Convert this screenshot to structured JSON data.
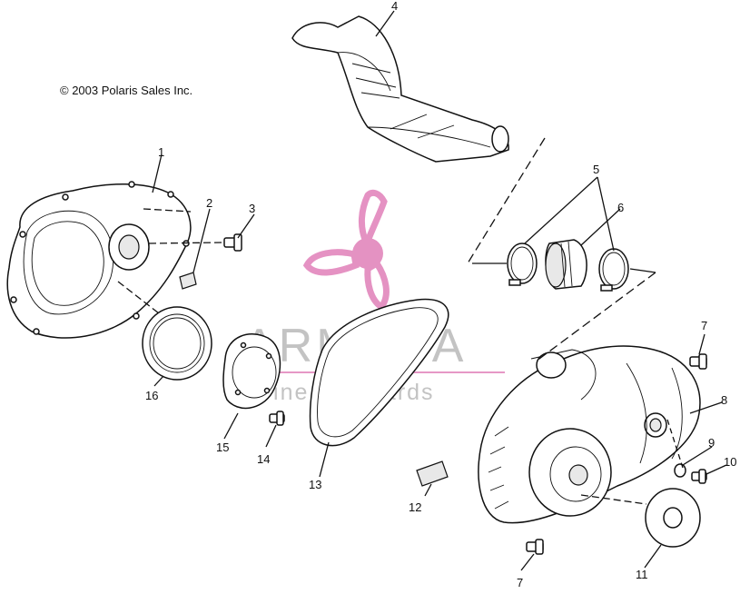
{
  "copyright": "© 2003 Polaris Sales Inc.",
  "watermark": {
    "brand": "ARMADA",
    "tagline": "marine outboards",
    "logo_color": "#e07fb8",
    "text_color": "#b0b0b0"
  },
  "callouts": [
    "1",
    "2",
    "3",
    "4",
    "5",
    "6",
    "7",
    "8",
    "9",
    "10",
    "11",
    "12",
    "13",
    "14",
    "15",
    "16",
    "7"
  ]
}
